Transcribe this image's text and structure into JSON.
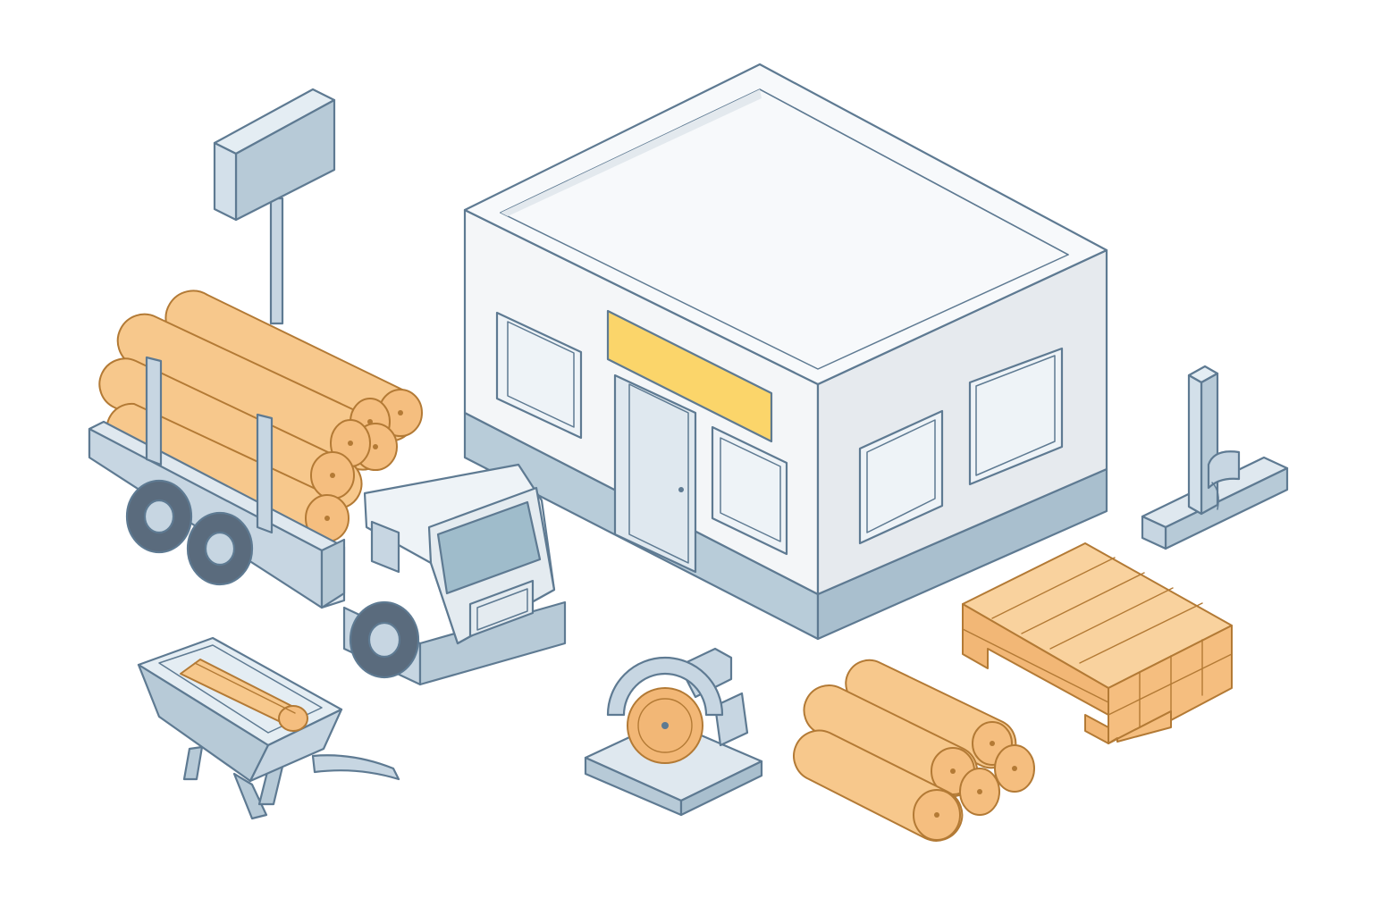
{
  "colors": {
    "background": "#ffffff",
    "outline": "#5e7a92",
    "metal_light": "#dfe8ef",
    "metal_mid": "#c7d6e2",
    "metal_dark": "#a9bfce",
    "glass": "#9fbccb",
    "wall_white": "#f4f6f8",
    "wall_shade": "#e6eaee",
    "log_light": "#f7c88c",
    "log_mid": "#f2b776",
    "log_end": "#f5be7f",
    "sign_yellow": "#fbd56a",
    "tire": "#5a6b7d"
  },
  "scene": {
    "objects": [
      {
        "name": "lumber-store-building",
        "icon": "building-icon"
      },
      {
        "name": "signpost",
        "icon": "signpost-icon"
      },
      {
        "name": "log-truck",
        "icon": "truck-icon"
      },
      {
        "name": "wheelbarrow",
        "icon": "wheelbarrow-icon"
      },
      {
        "name": "circular-saw",
        "icon": "saw-icon"
      },
      {
        "name": "log-pile",
        "icon": "log-pile-icon"
      },
      {
        "name": "lumber-stack",
        "icon": "lumber-stack-icon"
      },
      {
        "name": "log-clamp-stand",
        "icon": "clamp-icon"
      }
    ]
  }
}
